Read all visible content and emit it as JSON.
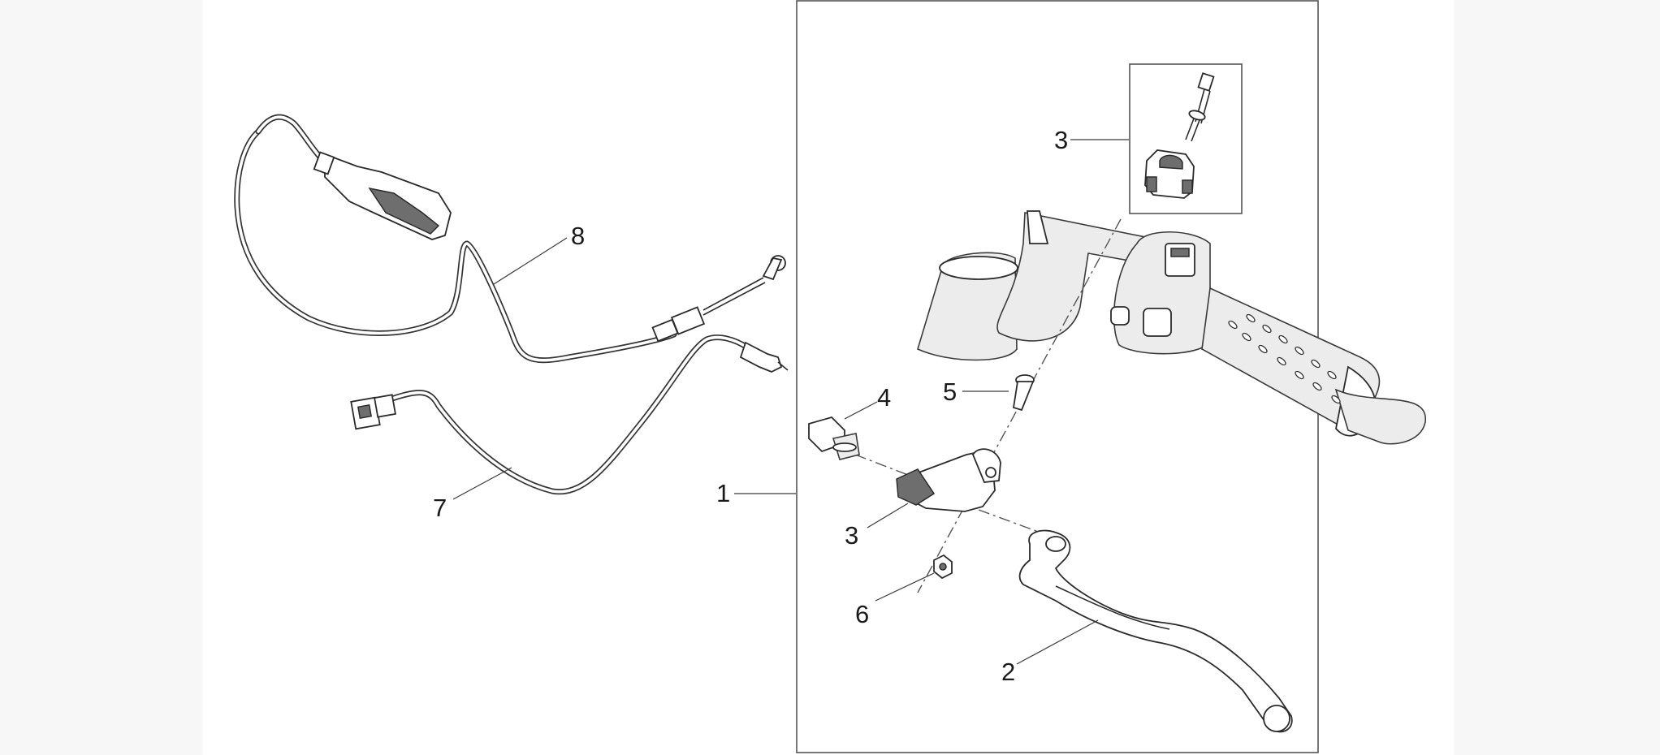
{
  "callouts": {
    "c1": "1",
    "c2": "2",
    "c3_top": "3",
    "c3_bottom": "3",
    "c4": "4",
    "c5": "5",
    "c6": "6",
    "c7": "7",
    "c8": "8"
  },
  "colors": {
    "line": "#2b2b2b",
    "frame": "#555555",
    "background": "#ffffff"
  }
}
